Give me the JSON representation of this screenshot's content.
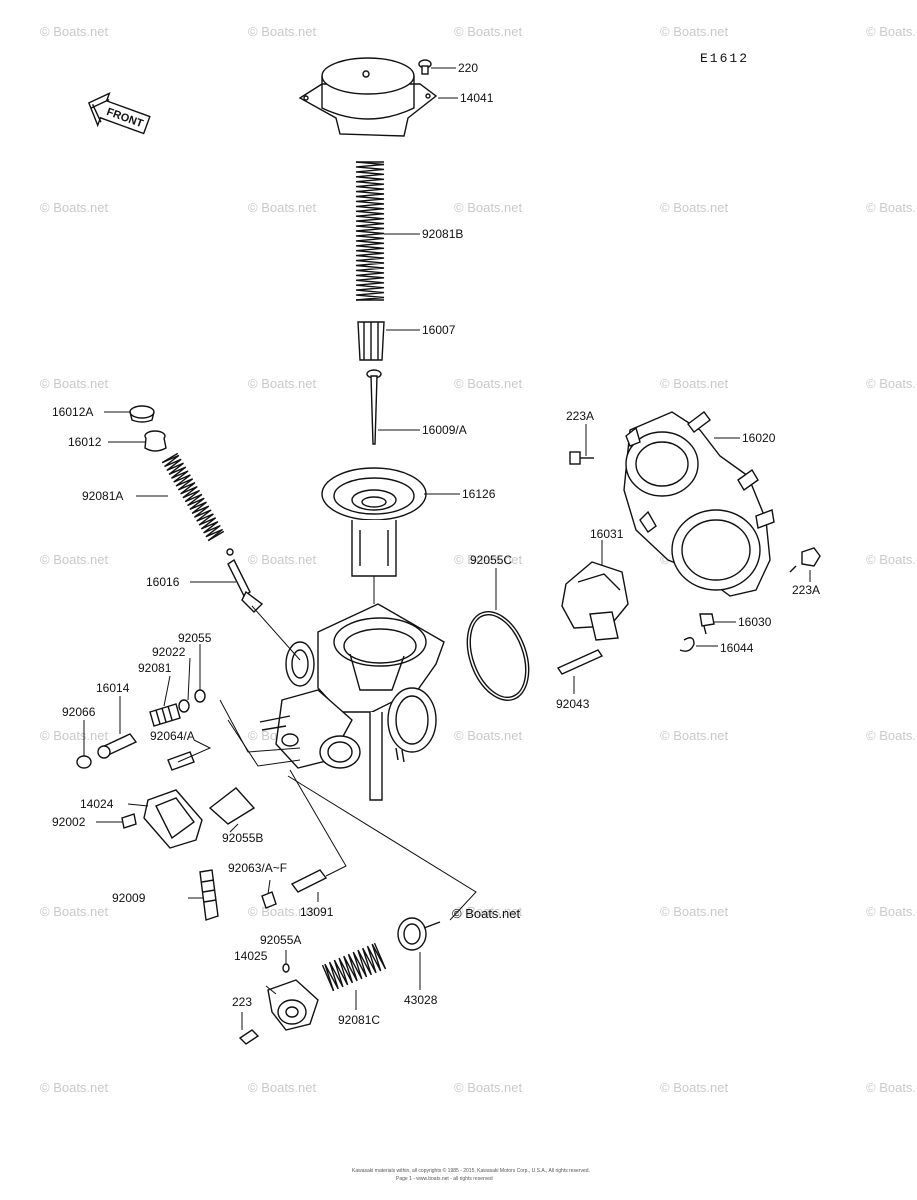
{
  "diagram_code": "E1612",
  "front_label": "FRONT",
  "watermark_text": "© Boats.net",
  "inline_brand": "© Boats.net",
  "copyright_line1": "Kawasaki materials within, all copyrights © 1985 - 2015, Kawasaki Motors Corp., U.S.A., All rights reserved.",
  "copyright_line2": "Page 1 - www.boats.net - all rights reserved",
  "parts": {
    "p220": "220",
    "p14041": "14041",
    "p92081B": "92081B",
    "p16007": "16007",
    "p16009A": "16009/A",
    "p16012A": "16012A",
    "p16012": "16012",
    "p92081A": "92081A",
    "p16126": "16126",
    "p16016": "16016",
    "p92055C": "92055C",
    "p223A_top": "223A",
    "p16020": "16020",
    "p16031": "16031",
    "p223A_right": "223A",
    "p16030": "16030",
    "p16044": "16044",
    "p92043": "92043",
    "p92055": "92055",
    "p92022": "92022",
    "p92081": "92081",
    "p16014": "16014",
    "p92066": "92066",
    "p92064A": "92064/A",
    "p14024": "14024",
    "p92002": "92002",
    "p92055B": "92055B",
    "p92063AF": "92063/A~F",
    "p13091": "13091",
    "p92009": "92009",
    "p92055A": "92055A",
    "p14025": "14025",
    "p223": "223",
    "p92081C": "92081C",
    "p43028": "43028"
  }
}
